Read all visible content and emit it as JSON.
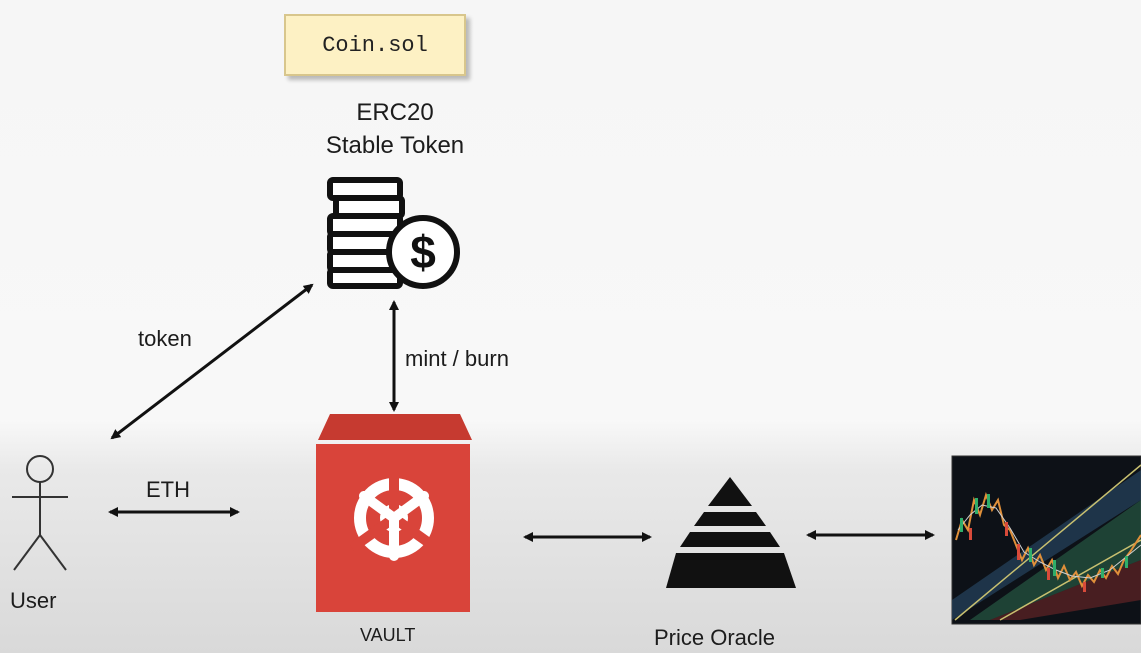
{
  "contract": {
    "file": "Coin.sol"
  },
  "token": {
    "title_line1": "ERC20",
    "title_line2": "Stable Token",
    "icon": "coin-stack-dollar-icon"
  },
  "edges": {
    "token_label": "token",
    "mint_burn_label": "mint / burn",
    "eth_label": "ETH"
  },
  "nodes": {
    "user_label": "User",
    "vault_label": "VAULT",
    "oracle_label": "Price Oracle",
    "chart_icon": "price-chart-icon",
    "vault_icon": "vault-icon",
    "oracle_icon": "pyramid-icon"
  },
  "colors": {
    "vault_red": "#d9443a",
    "vault_lid": "#c63a30",
    "note_fill": "#fdf1c4",
    "chart_bg": "#0d1117"
  }
}
